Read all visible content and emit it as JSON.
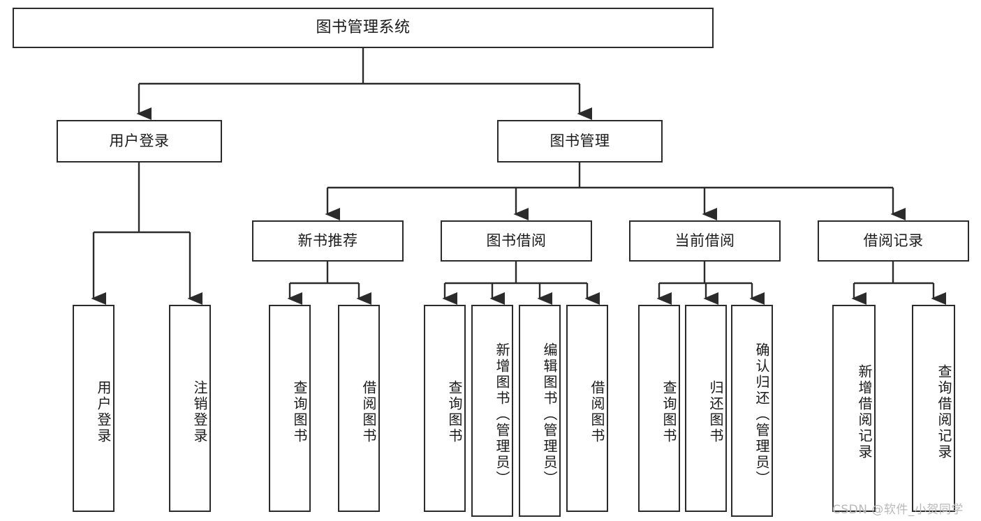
{
  "diagram": {
    "type": "hierarchy-tree",
    "title": "图书管理系统",
    "theme": {
      "box_border": "#2b2b2b",
      "box_fill": "#ffffff",
      "line": "#2b2b2b",
      "text": "#1a1a1a",
      "background": "#ffffff",
      "watermark_color": "#b9b9b9"
    },
    "root": {
      "label": "图书管理系统"
    },
    "level2": [
      {
        "label": "用户登录"
      },
      {
        "label": "图书管理"
      }
    ],
    "level3": [
      {
        "label": "新书推荐"
      },
      {
        "label": "图书借阅"
      },
      {
        "label": "当前借阅"
      },
      {
        "label": "借阅记录"
      }
    ],
    "leaves": {
      "user_login": [
        {
          "label": "用户登录"
        },
        {
          "label": "注销登录"
        }
      ],
      "new_book_recommend": [
        {
          "label": "查询图书"
        },
        {
          "label": "借阅图书"
        }
      ],
      "book_borrow": [
        {
          "label": "查询图书"
        },
        {
          "label": "新增图书（管理员）"
        },
        {
          "label": "编辑图书（管理员）"
        },
        {
          "label": "借阅图书"
        }
      ],
      "current_borrow": [
        {
          "label": "查询图书"
        },
        {
          "label": "归还图书"
        },
        {
          "label": "确认归还（管理员）"
        }
      ],
      "borrow_record": [
        {
          "label": "新增借阅记录"
        },
        {
          "label": "查询借阅记录"
        }
      ]
    }
  },
  "watermark": {
    "text": "CSDN @软件_小贺同学"
  }
}
